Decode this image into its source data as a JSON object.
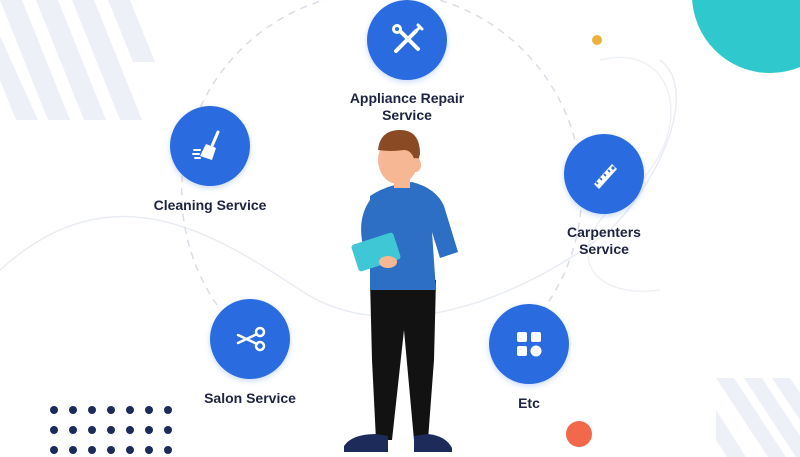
{
  "services": [
    {
      "id": "appliance",
      "label_line1": "Appliance Repair",
      "label_line2": "Service",
      "icon": "wrench-screwdriver-icon"
    },
    {
      "id": "cleaning",
      "label_line1": "Cleaning Service",
      "label_line2": "",
      "icon": "broom-icon"
    },
    {
      "id": "carpenters",
      "label_line1": "Carpenters",
      "label_line2": "Service",
      "icon": "saw-icon"
    },
    {
      "id": "salon",
      "label_line1": "Salon Service",
      "label_line2": "",
      "icon": "scissors-icon"
    },
    {
      "id": "etc",
      "label_line1": "Etc",
      "label_line2": "",
      "icon": "apps-grid-icon"
    }
  ],
  "colors": {
    "node": "#2a6be0",
    "label": "#1d2340",
    "teal": "#2fc8cc",
    "orange": "#f2684a",
    "gold": "#e8b33a",
    "dots": "#1d2b5a",
    "stripes": "#edf1f7",
    "shirt": "#2d6fc4",
    "pants": "#121212",
    "skin": "#f6b894",
    "hair": "#8a4a24",
    "tablet": "#3fc7d6"
  }
}
